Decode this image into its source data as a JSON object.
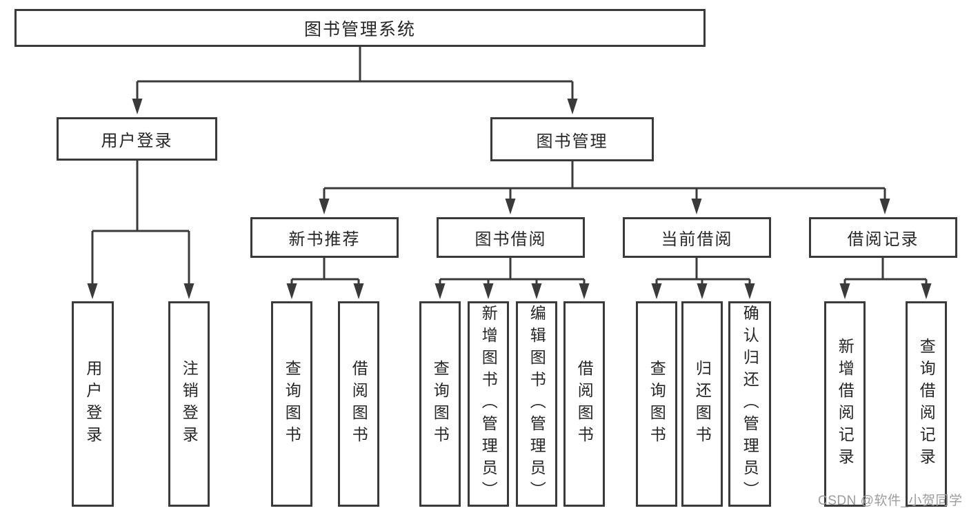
{
  "diagram": {
    "type": "hierarchy-tree",
    "colors": {
      "line": "#3a3a3a",
      "box_border": "#3a3a3a",
      "text": "#262626",
      "watermark": "#9c9c9c",
      "background": "#ffffff"
    },
    "tree": {
      "root": {
        "label": "图书管理系统",
        "children": [
          {
            "label": "用户登录",
            "children": [
              {
                "label": "用户登录"
              },
              {
                "label": "注销登录"
              }
            ]
          },
          {
            "label": "图书管理",
            "children": [
              {
                "label": "新书推荐",
                "children": [
                  {
                    "label": "查询图书"
                  },
                  {
                    "label": "借阅图书"
                  }
                ]
              },
              {
                "label": "图书借阅",
                "children": [
                  {
                    "label": "查询图书"
                  },
                  {
                    "label": "新增图书（管理员）"
                  },
                  {
                    "label": "编辑图书（管理员）"
                  },
                  {
                    "label": "借阅图书"
                  }
                ]
              },
              {
                "label": "当前借阅",
                "children": [
                  {
                    "label": "查询图书"
                  },
                  {
                    "label": "归还图书"
                  },
                  {
                    "label": "确认归还（管理员）"
                  }
                ]
              },
              {
                "label": "借阅记录",
                "children": [
                  {
                    "label": "新增借阅记录"
                  },
                  {
                    "label": "查询借阅记录"
                  }
                ]
              }
            ]
          }
        ]
      }
    },
    "watermark": {
      "text": "CSDN @软件_小贺同学"
    }
  }
}
